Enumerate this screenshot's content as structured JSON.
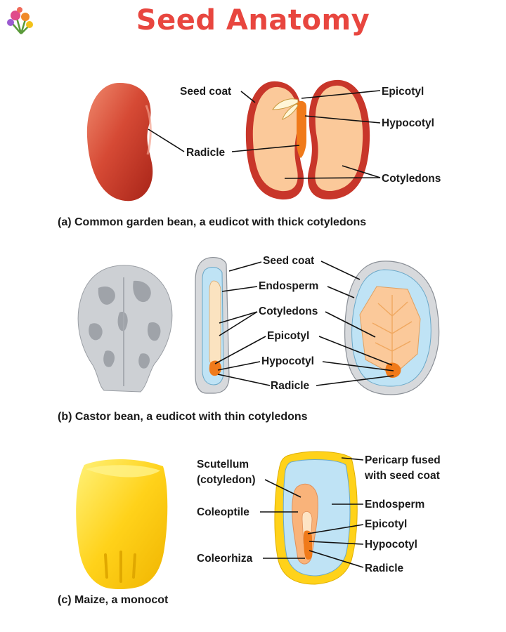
{
  "title": "Seed Anatomy",
  "section_a": {
    "caption": "(a) Common garden bean, a eudicot with thick cotyledons",
    "labels": {
      "seed_coat": "Seed coat",
      "radicle": "Radicle",
      "epicotyl": "Epicotyl",
      "hypocotyl": "Hypocotyl",
      "cotyledons": "Cotyledons"
    }
  },
  "section_b": {
    "caption": "(b) Castor bean, a eudicot with thin cotyledons",
    "labels": {
      "seed_coat": "Seed coat",
      "endosperm": "Endosperm",
      "cotyledons": "Cotyledons",
      "epicotyl": "Epicotyl",
      "hypocotyl": "Hypocotyl",
      "radicle": "Radicle"
    }
  },
  "section_c": {
    "caption": "(c) Maize, a monocot",
    "labels": {
      "scutellum_line1": "Scutellum",
      "scutellum_line2": "(cotyledon)",
      "coleoptile": "Coleoptile",
      "coleorhiza": "Coleorhiza",
      "pericarp_line1": "Pericarp fused",
      "pericarp_line2": "with seed coat",
      "endosperm": "Endosperm",
      "epicotyl": "Epicotyl",
      "hypocotyl": "Hypocotyl",
      "radicle": "Radicle"
    }
  },
  "colors": {
    "title": "#e8463f",
    "bean_coat": "#c8362a",
    "cotyledon": "#fbc99a",
    "embryo": "#f07a1a",
    "endosperm": "#bfe3f5",
    "maize_yellow": "#ffd21a",
    "castor_gray": "#c9cbcf"
  }
}
